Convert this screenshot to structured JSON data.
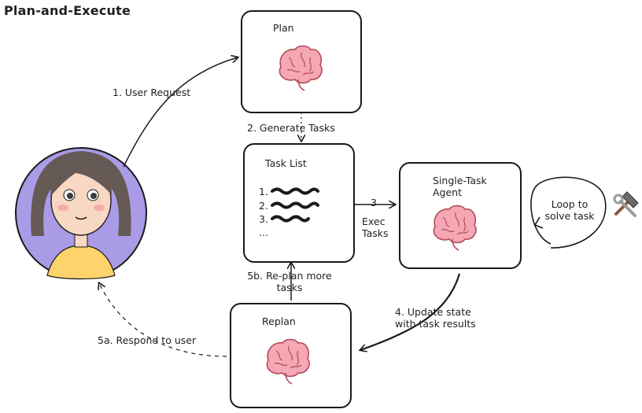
{
  "title": "Plan-and-Execute",
  "nodes": {
    "plan": "Plan",
    "task_list": {
      "title": "Task List",
      "items": [
        "1.",
        "2.",
        "3.",
        "..."
      ]
    },
    "agent": "Single-Task\nAgent",
    "replan": "Replan",
    "loop": "Loop to\nsolve task"
  },
  "edges": {
    "user_request": "1. User Request",
    "generate_tasks": "2. Generate Tasks",
    "exec_tasks_num": "3",
    "exec_tasks_label": "Exec\nTasks",
    "update_state": "4. Update state\nwith task results",
    "respond": "5a. Respond to user",
    "replan_more": "5b. Re-plan more\ntasks"
  },
  "icons": {
    "brain": "brain-icon",
    "tools": "hammer-wrench-icon",
    "user": "user-avatar"
  },
  "colors": {
    "avatar_bg": "#a99be6",
    "skin": "#f8d7c3",
    "hair": "#655a55",
    "shirt": "#ffd36b",
    "brain": "#f5a7b3",
    "brain_stroke": "#b34b5b",
    "ink": "#1a1a1a"
  }
}
